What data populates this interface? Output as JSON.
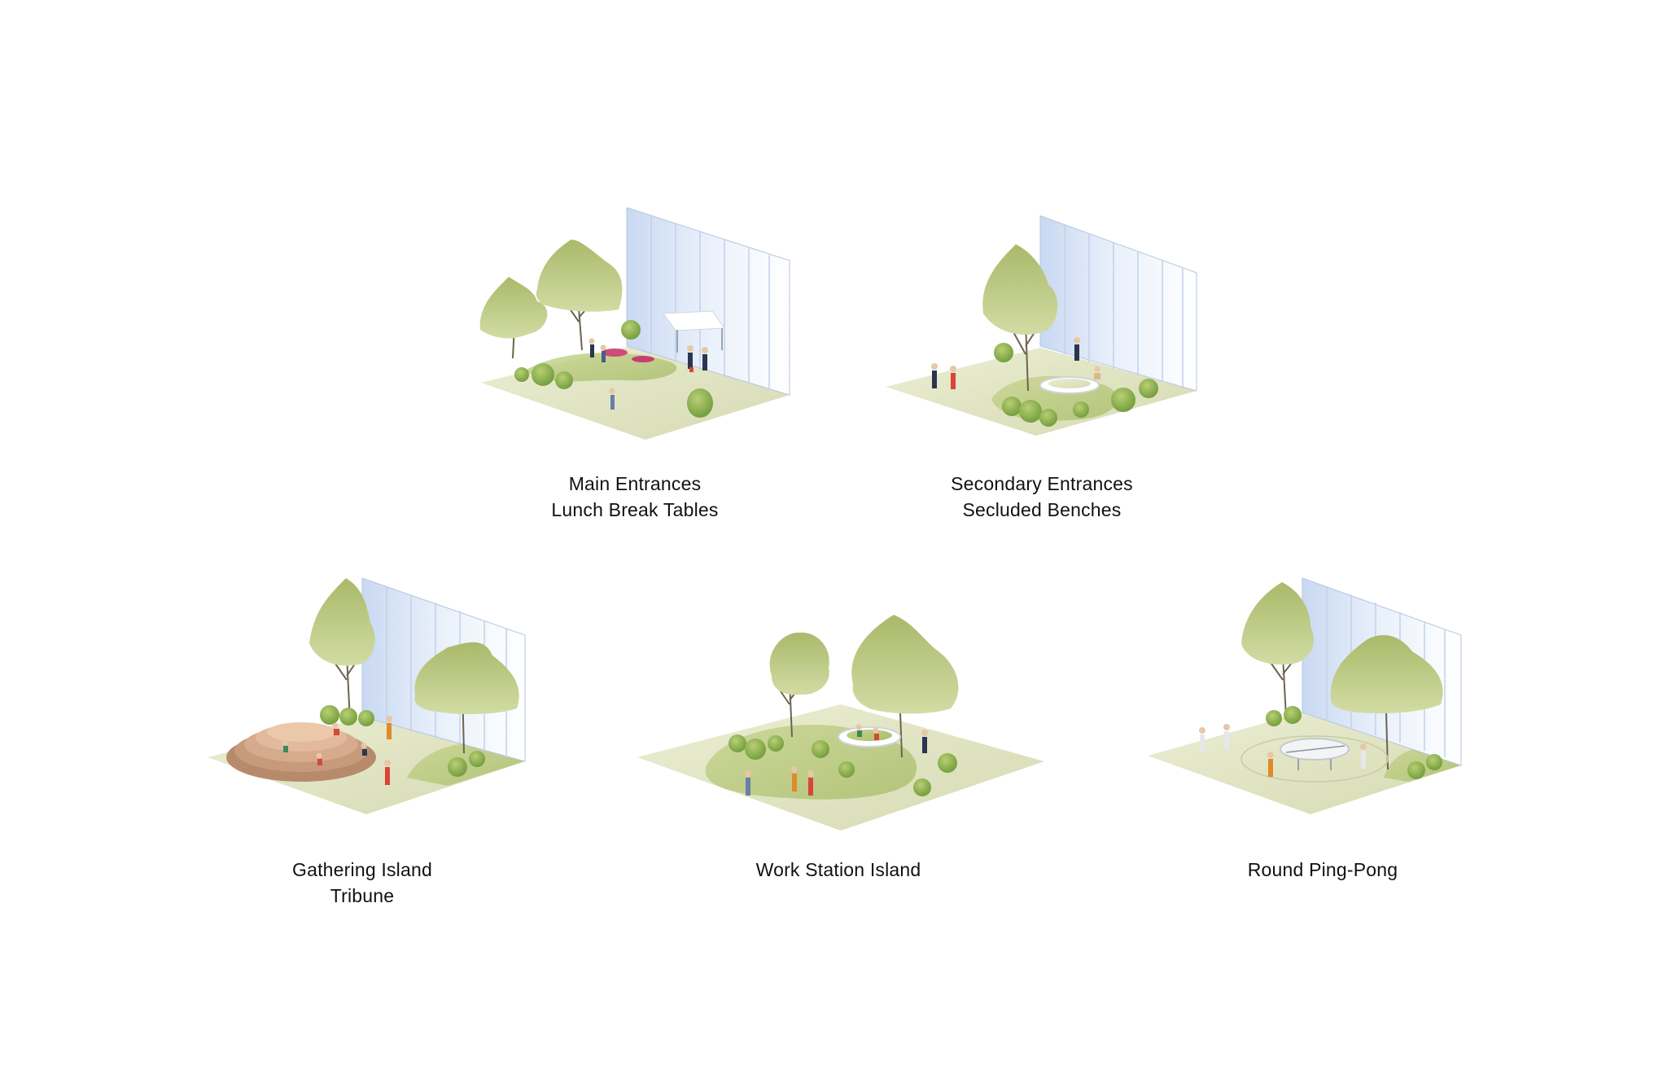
{
  "panels": [
    {
      "id": "main-entrances",
      "caption": [
        "Main Entrances",
        "Lunch Break Tables"
      ]
    },
    {
      "id": "secondary-entrances",
      "caption": [
        "Secondary Entrances",
        "Secluded Benches"
      ]
    },
    {
      "id": "gathering-island",
      "caption": [
        "Gathering Island",
        "Tribune"
      ]
    },
    {
      "id": "work-station-island",
      "caption": [
        "Work Station Island"
      ]
    },
    {
      "id": "round-ping-pong",
      "caption": [
        "Round Ping-Pong"
      ]
    }
  ],
  "colors": {
    "ground": "#e3e6c4",
    "lawn": "#b6c879",
    "tree_light": "#cdd89c",
    "tree_dark": "#a7b768",
    "glass": "#dce7f7",
    "tribune": "#c89a7c"
  }
}
